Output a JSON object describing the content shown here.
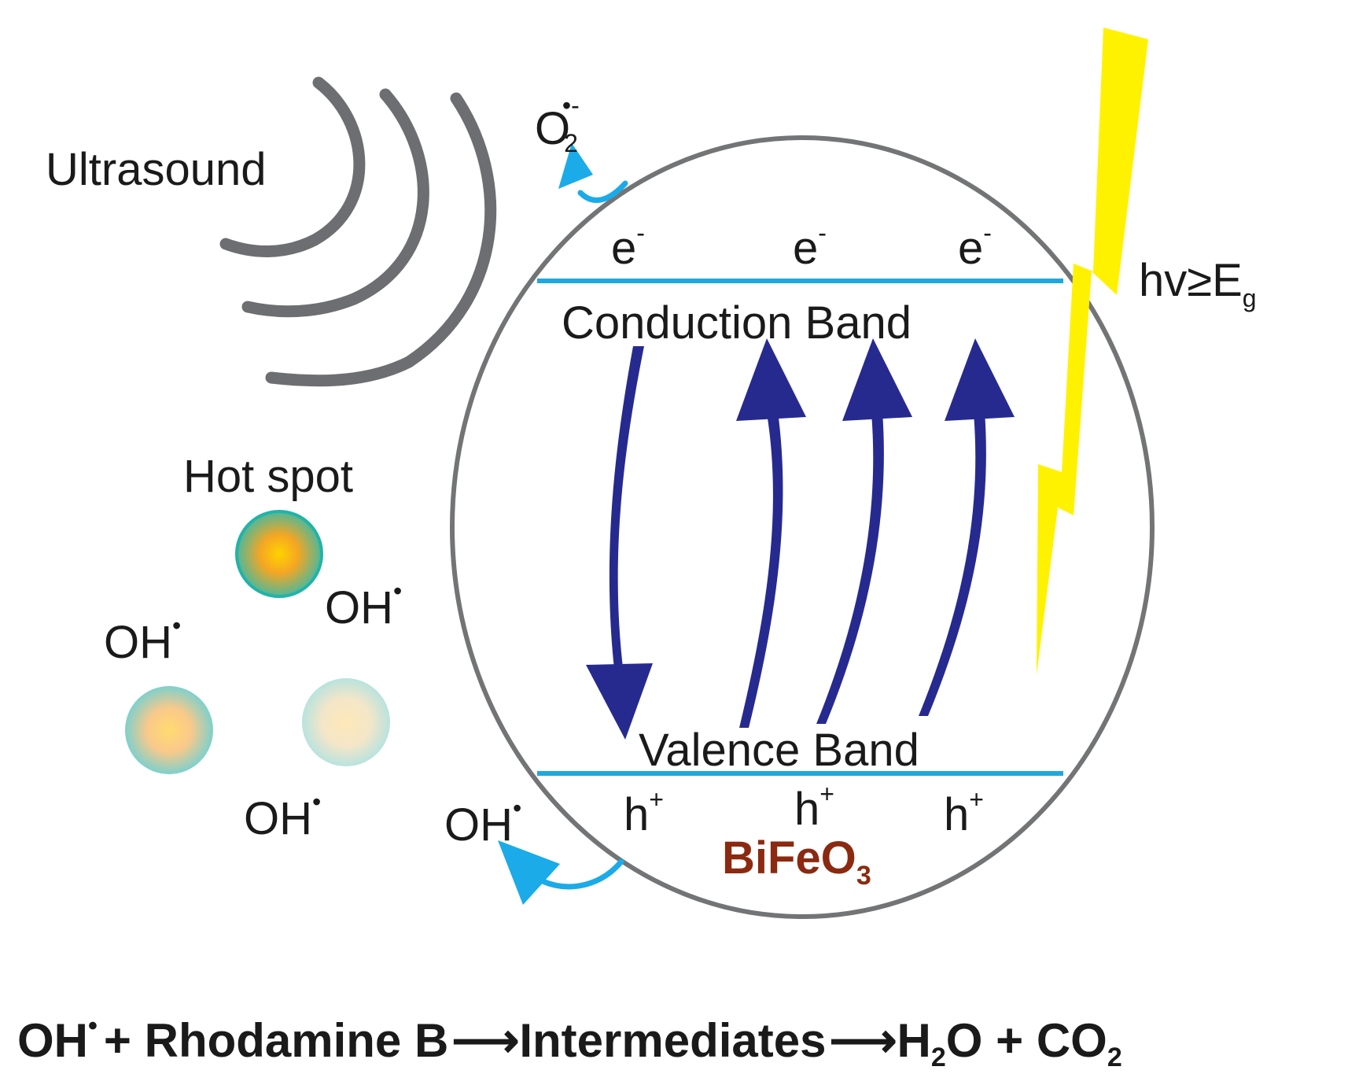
{
  "labels": {
    "ultrasound": "Ultrasound",
    "hot_spot": "Hot spot",
    "superoxide_base": "O",
    "superoxide_sub": "2",
    "superoxide_sup": "•-",
    "electron": "e",
    "electron_sup": "-",
    "conduction_band": "Conduction Band",
    "valence_band": "Valence Band",
    "hole": "h",
    "hole_sup": "+",
    "radical": "OH",
    "radical_sup": "•",
    "light_base": "hv≥E",
    "light_sub": "g",
    "material_base": "BiFeO",
    "material_sub": "3"
  },
  "equation": {
    "reactant_base": "OH",
    "reactant_sup": "•",
    "plus1": "+ Rhodamine B",
    "arrow": "⟶",
    "intermediates": "Intermediates",
    "product_h2o_a": "H",
    "product_h2o_sub": "2",
    "product_h2o_b": "O + CO",
    "product_co2_sub": "2"
  },
  "colors": {
    "band_line": "#1fa8de",
    "arrow_dark": "#262a8f",
    "arrow_light": "#1aabe8",
    "circle_outline": "#737476",
    "sound_waves": "#6d6e71",
    "lightning": "#fff200",
    "material_text": "#8b2a10"
  }
}
